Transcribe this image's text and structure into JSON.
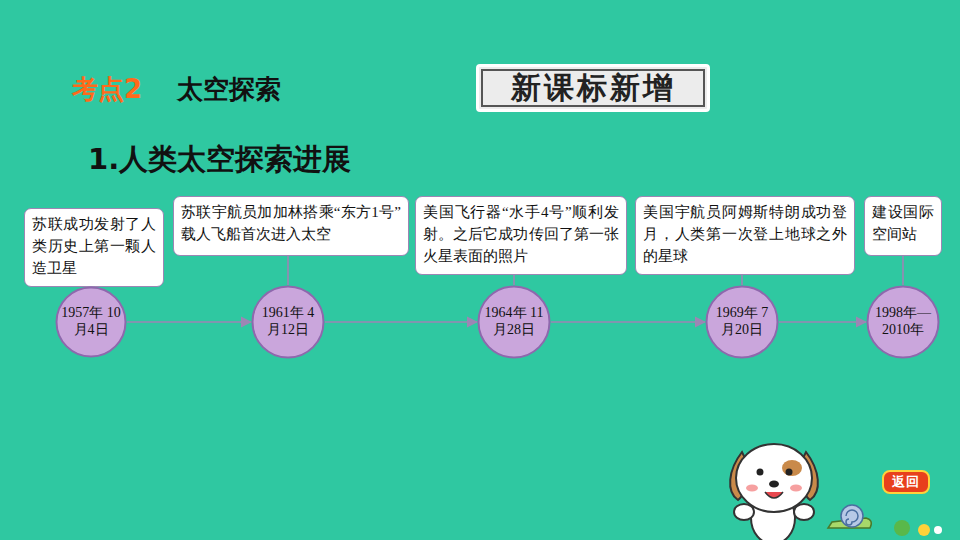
{
  "diagram": {
    "title": "太空探索",
    "nodes": [
      {
        "text": [
          "新课标新增"
        ]
      },
      {
        "text": [
          "苏联成功发射了人类历史上第一颗人造卫星"
        ]
      },
      {
        "text": [
          "1957年 10月4日"
        ]
      },
      {
        "text": [
          "苏联宇航员加加林搭乘“东方1号”载人飞船首次进入太空"
        ]
      },
      {
        "text": [
          "1961年 4月12日"
        ]
      },
      {
        "text": [
          "美国飞行器“水手4号”顺利发射。之后它成功传回了第一张火星表面的照片"
        ]
      },
      {
        "text": [
          "1964年 11月28日"
        ]
      },
      {
        "text": [
          "美国宇航员阿姆斯特朗成功登月，人类第一次登上地球之外的星球"
        ]
      },
      {
        "text": [
          "1969年 7月20日"
        ]
      },
      {
        "text": [
          "建设国际空间站"
        ]
      },
      {
        "text": [
          "1998年— 2010年"
        ]
      },
      {
        "text": [
          "返回"
        ]
      }
    ],
    "edges": [
      {
        "from": 1,
        "to": 2,
        "arrow": "none"
      },
      {
        "from": 3,
        "to": 4,
        "arrow": "none"
      },
      {
        "from": 5,
        "to": 6,
        "arrow": "none"
      },
      {
        "from": 7,
        "to": 8,
        "arrow": "none"
      },
      {
        "from": 9,
        "to": 10,
        "arrow": "none"
      },
      {
        "from": 2,
        "to": 4,
        "arrow": "to"
      },
      {
        "from": 4,
        "to": 6,
        "arrow": "to"
      },
      {
        "from": 6,
        "to": 8,
        "arrow": "to"
      },
      {
        "from": 8,
        "to": 10,
        "arrow": "to"
      }
    ],
    "labels": [
      "考点2",
      "1.人类太空探索进展"
    ]
  }
}
